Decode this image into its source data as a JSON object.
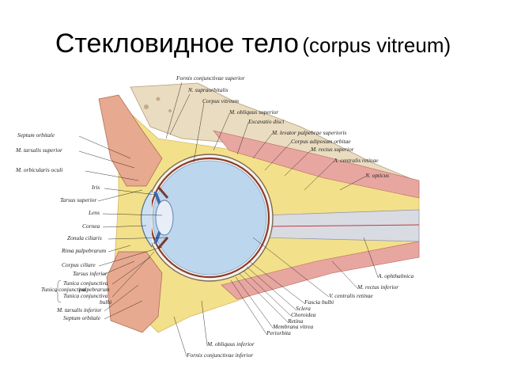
{
  "slide": {
    "title_main": "Стекловидное тело",
    "title_latin": "(corpus vitreum)"
  },
  "diagram": {
    "labels": {
      "fornix_sup": "Fornix conjunctivae superior",
      "n_supraorb": "N. supraorbitalis",
      "corpus_vitreum": "Corpus vitreum",
      "m_obliquus_sup": "M. obliquus superior",
      "excavatio_disci": "Excavatio disci",
      "m_levator": "M. levator palpebrae superioris",
      "corpus_adiposum": "Corpus adiposum orbitae",
      "m_rectus_sup": "M. rectus superior",
      "a_centralis": "A. centralis retinae",
      "n_opticus": "N. opticus",
      "septum_orb_sup": "Septum orbitale",
      "m_tarsalis_sup": "M. tarsalis superior",
      "m_orbicularis": "M. orbicularis oculi",
      "iris": "Iris",
      "tarsus_sup": "Tarsus superior",
      "lens": "Lens",
      "cornea": "Cornea",
      "zonula": "Zonula ciliaris",
      "rima": "Rima palpebrarum",
      "corpus_ciliare": "Corpus ciliare",
      "tarsus_inf": "Tarsus inferior",
      "tunica_group": "Tunica conjunctiva",
      "tunica_palp_1": "Tunica conjunctiva",
      "tunica_palp_2": "palpebrarum",
      "tunica_bulbi_1": "Tunica conjunctiva",
      "tunica_bulbi_2": "bulbi",
      "m_tarsalis_inf": "M. tarsalis inferior",
      "septum_orb_inf": "Septum orbitale",
      "a_ophthalmica": "A. ophthalmica",
      "m_rectus_inf": "M. rectus inferior",
      "v_centralis": "V. centralis retinae",
      "fascia_bulbi": "Fascia bulbi",
      "sclera": "Sclera",
      "choroidea": "Choroidea",
      "retina": "Retina",
      "membrana_vitrea": "Membrana vitrea",
      "periorbita": "Periorbita",
      "m_obliquus_inf": "M. obliquus inferior",
      "fornix_inf": "Fornix conjunctivae inferior"
    }
  }
}
